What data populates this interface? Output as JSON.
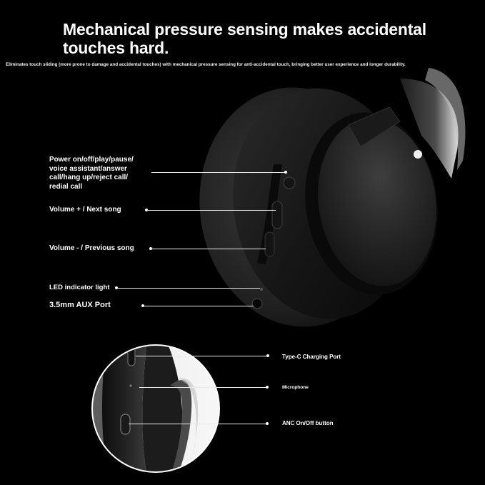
{
  "headline": "Mechanical pressure sensing makes accidental touches hard.",
  "subheadline": "Eliminates touch sliding (more prone to damage and accidental touches) with mechanical pressure sensing for anti-accidental touch, bringing better user experience and longer durability.",
  "callouts": {
    "power": "Power on/off/play/pause/\nvoice assistant/answer\ncall/hang up/reject call/\nredial call",
    "volume_up": "Volume + / Next song",
    "volume_down": "Volume - / Previous song",
    "led": "LED indicator light",
    "aux": "3.5mm AUX Port",
    "typec": "Type-C Charging Port",
    "mic": "Microphone",
    "anc": "ANC On/Off button"
  },
  "colors": {
    "background": "#000000",
    "text": "#ffffff",
    "cup": "#1b1b1b"
  }
}
